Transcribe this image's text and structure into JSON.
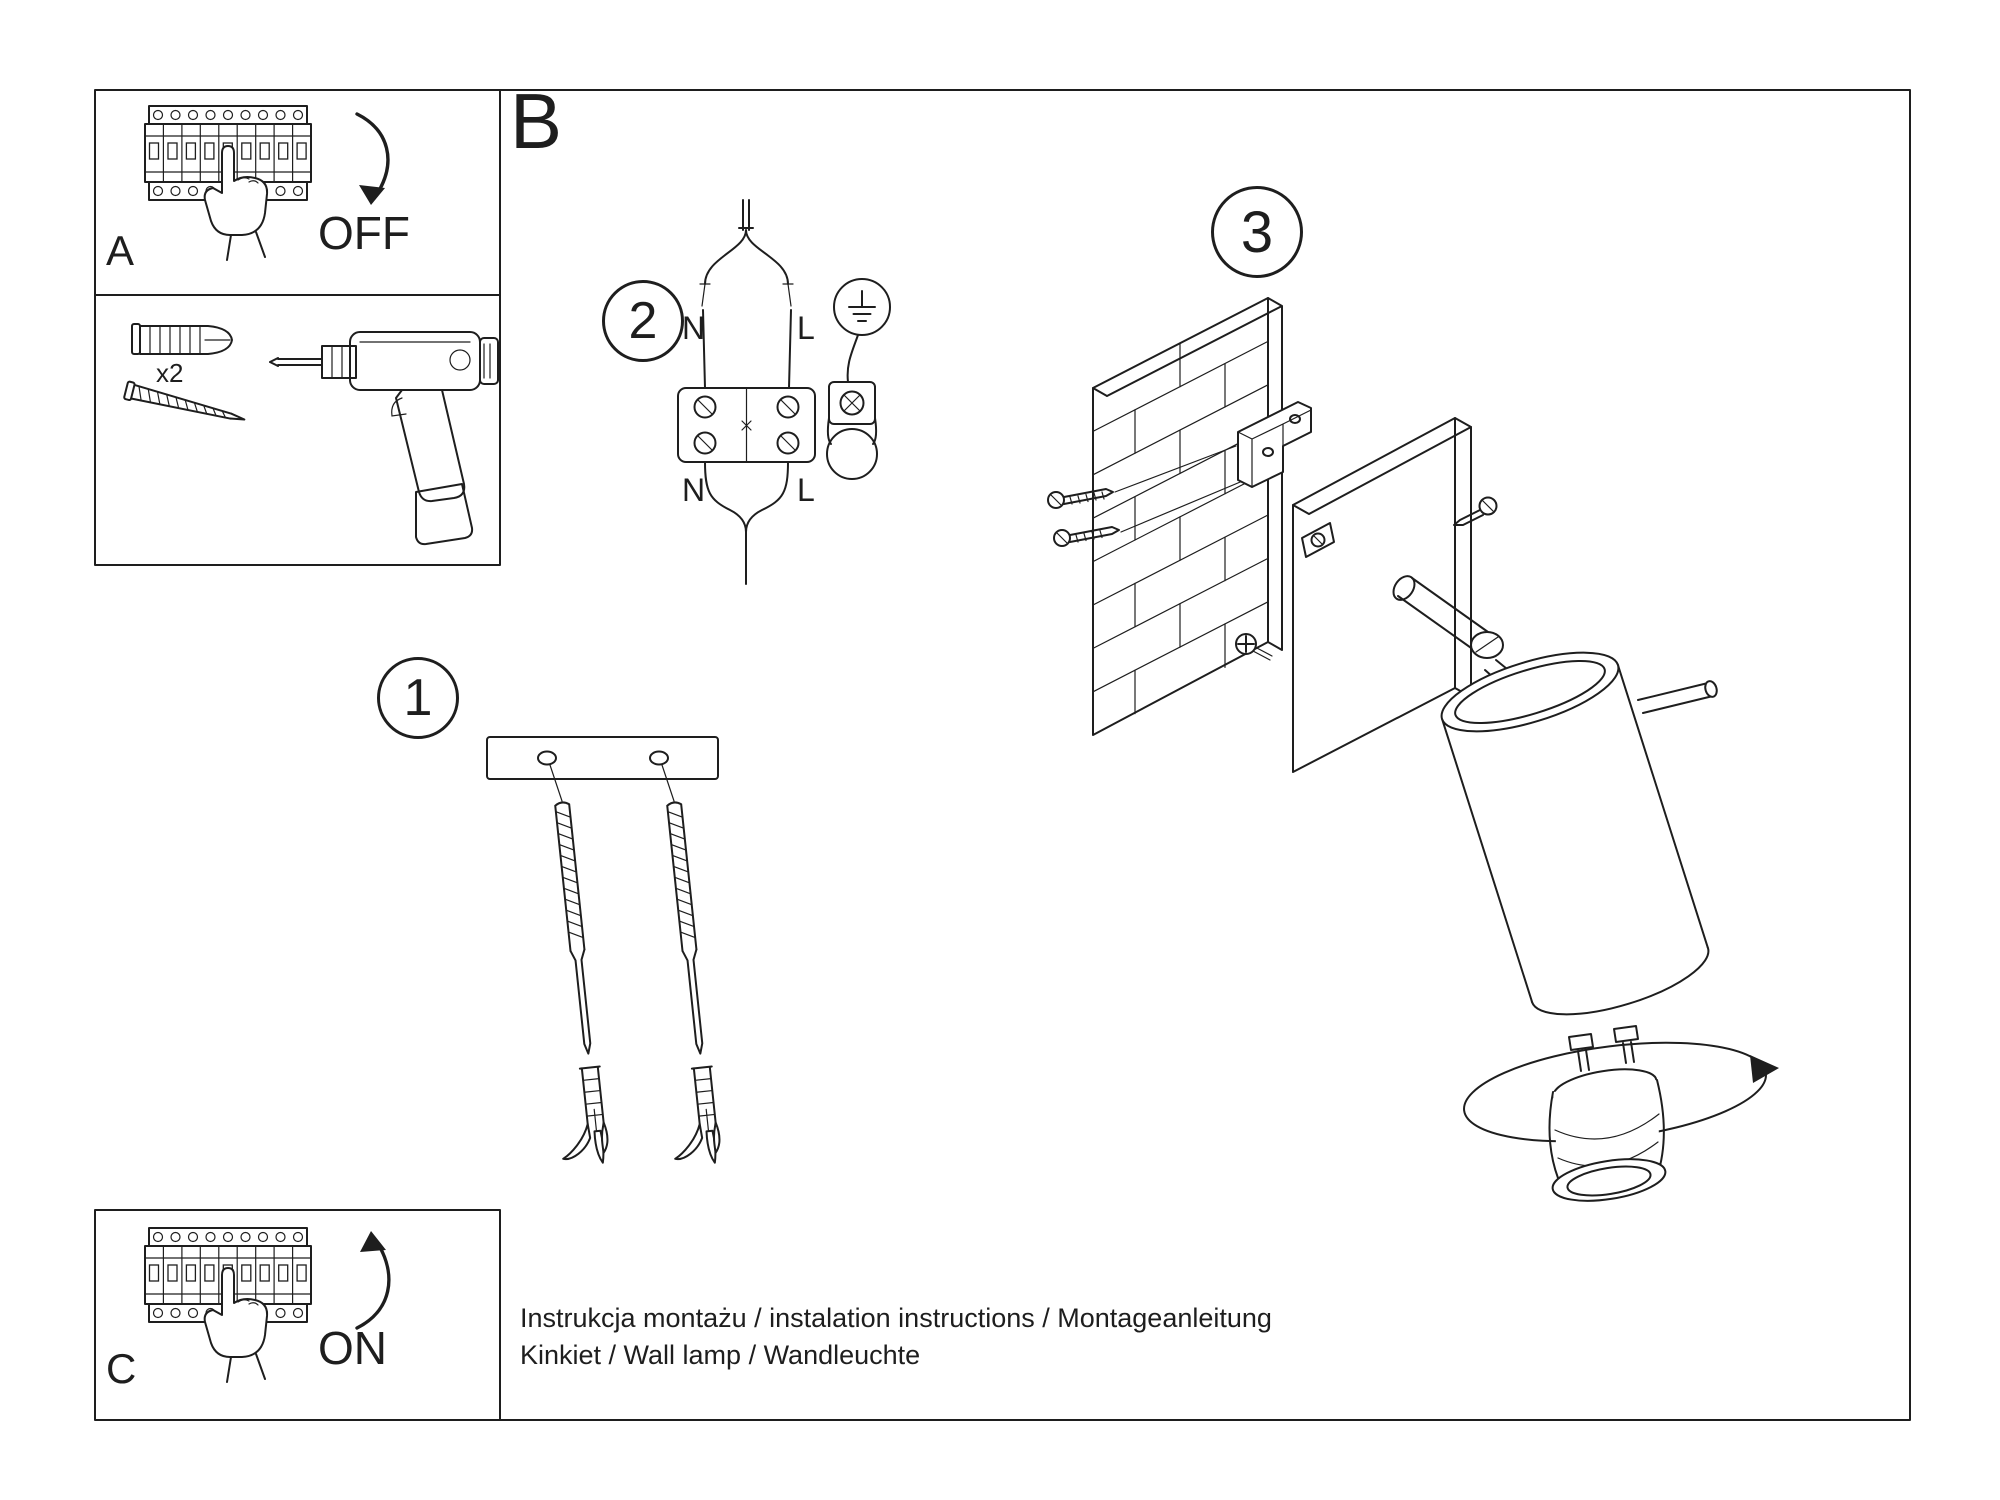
{
  "page": {
    "background": "#ffffff",
    "line_color": "#1e1e1e"
  },
  "panels": {
    "a": {
      "label": "A",
      "action": "OFF"
    },
    "b": {
      "label": "B"
    },
    "c": {
      "label": "C",
      "action": "ON"
    },
    "tools": {
      "anchor_quantity": "x2"
    }
  },
  "steps": {
    "s1": {
      "number": "1"
    },
    "s2": {
      "number": "2",
      "wire_top_left": "N",
      "wire_top_right": "L",
      "wire_bottom_left": "N",
      "wire_bottom_right": "L"
    },
    "s3": {
      "number": "3"
    }
  },
  "footer": {
    "line1": "Instrukcja montażu / instalation instructions / Montageanleitung",
    "line2": "Kinkiet / Wall lamp / Wandleuchte"
  },
  "icons": {
    "circuit-breaker-icon": "line-drawing",
    "pointing-hand-icon": "line-drawing",
    "curved-arrow-down-icon": "line-drawing",
    "curved-arrow-up-icon": "line-drawing",
    "wall-anchor-icon": "line-drawing",
    "screw-icon": "line-drawing",
    "drill-icon": "line-drawing",
    "terminal-block-icon": "line-drawing",
    "ground-symbol-icon": "line-drawing",
    "earth-clamp-icon": "line-drawing",
    "brick-wall-icon": "line-drawing",
    "mounting-bracket-icon": "line-drawing",
    "wall-plate-icon": "line-drawing",
    "spotlight-shade-icon": "line-drawing",
    "gu10-bulb-icon": "line-drawing",
    "rotation-arrow-icon": "line-drawing",
    "mounting-strip-icon": "line-drawing"
  }
}
